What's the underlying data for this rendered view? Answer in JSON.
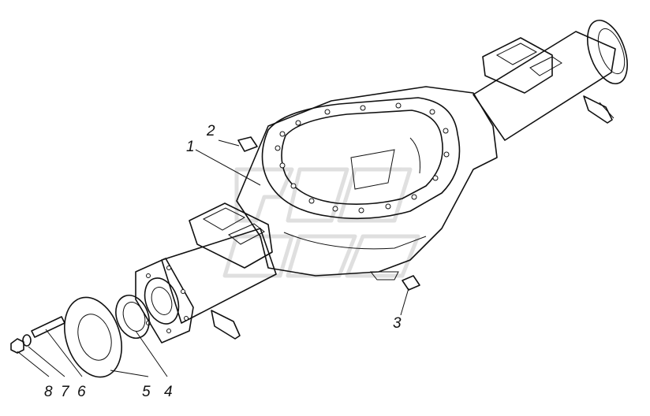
{
  "callouts": [
    {
      "id": "1",
      "label": "1"
    },
    {
      "id": "2",
      "label": "2"
    },
    {
      "id": "3",
      "label": "3"
    },
    {
      "id": "4",
      "label": "4"
    },
    {
      "id": "5",
      "label": "5"
    },
    {
      "id": "6",
      "label": "6"
    },
    {
      "id": "7",
      "label": "7"
    },
    {
      "id": "8",
      "label": "8"
    }
  ],
  "colors": {
    "ink": "#111111",
    "stipple": "#9a9a9a",
    "watermark": "#d8d8d8",
    "background": "#ffffff"
  }
}
